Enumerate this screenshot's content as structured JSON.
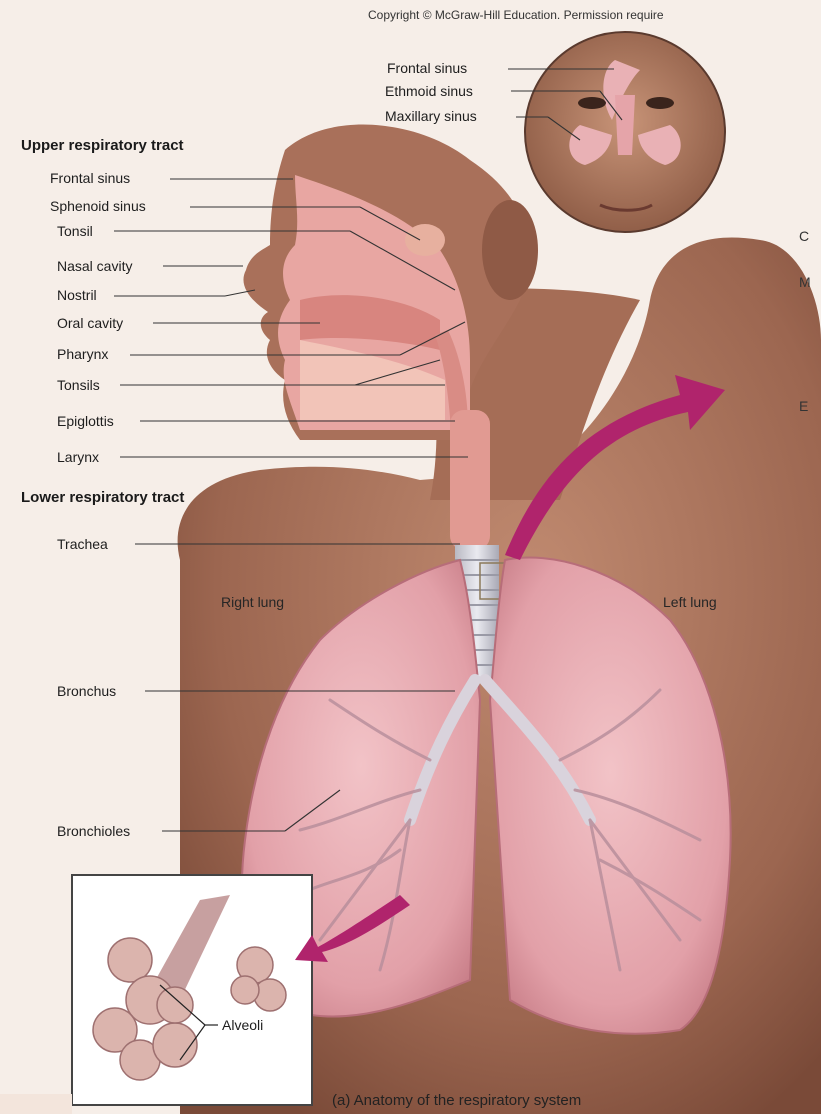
{
  "copyright": "Copyright © McGraw-Hill Education. Permission require",
  "caption": "(a) Anatomy of the respiratory system",
  "headers": {
    "upper": "Upper respiratory tract",
    "lower": "Lower respiratory tract"
  },
  "inset_sinus_labels": [
    "Frontal sinus",
    "Ethmoid sinus",
    "Maxillary sinus"
  ],
  "upper_labels": [
    "Frontal sinus",
    "Sphenoid sinus",
    "Tonsil",
    "Nasal cavity",
    "Nostril",
    "Oral cavity",
    "Pharynx",
    "Tonsils",
    "Epiglottis",
    "Larynx"
  ],
  "lower_labels": [
    "Trachea",
    "Bronchus",
    "Bronchioles"
  ],
  "lung_labels": {
    "right": "Right lung",
    "left": "Left lung"
  },
  "alveoli_label": "Alveoli",
  "edge_fragments": [
    "C",
    "M",
    "E"
  ],
  "colors": {
    "background": "#f6eee8",
    "skin": "#a6705a",
    "lung": "#e6a9b0",
    "arrow": "#b0246c"
  }
}
